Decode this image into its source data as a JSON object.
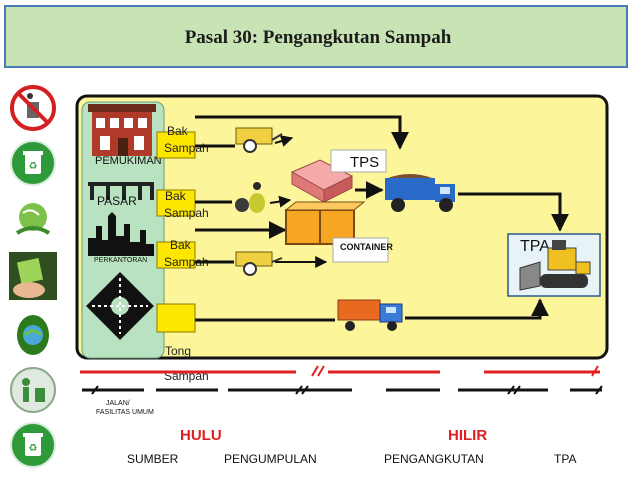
{
  "title": "Pasal 30:  Pengangkutan Sampah",
  "sources": {
    "pemukiman": "PEMUKIMAN",
    "pasar": "PASAR",
    "perkantoran": "PERKANTORAN"
  },
  "bins": {
    "bak1_line1": "Bak",
    "bak1_line2": "Sampah",
    "bak2_line1": "Bak",
    "bak2_line2": "Sampah",
    "bak3_line1": "Bak",
    "bak3_line2": "Sampah",
    "tong_line1": "Tong",
    "tong_line2": "Sampah"
  },
  "facilities": {
    "tps": "TPS",
    "container": "CONTAINER",
    "tpa": "TPA"
  },
  "road_label_line1": "JALAN/",
  "road_label_line2": "FASILITAS UMUM",
  "zones": {
    "hulu": "HULU",
    "hilir": "HILIR"
  },
  "stages": {
    "sumber": "SUMBER",
    "pengumpulan": "PENGUMPULAN",
    "pengangkutan": "PENGANGKUTAN",
    "tpa": "TPA"
  },
  "colors": {
    "diagram_bg": "#fdf59a",
    "source_panel": "#b8e2c0",
    "bin_yellow": "#fde600",
    "zone_red": "#e02020",
    "title_bg": "#c8e3b4"
  },
  "side_icons": [
    "no-littering-icon",
    "recycle-icon",
    "green-globe-icon",
    "hand-card-icon",
    "leaf-globe-icon",
    "people-trash-icon",
    "recycle-icon"
  ]
}
